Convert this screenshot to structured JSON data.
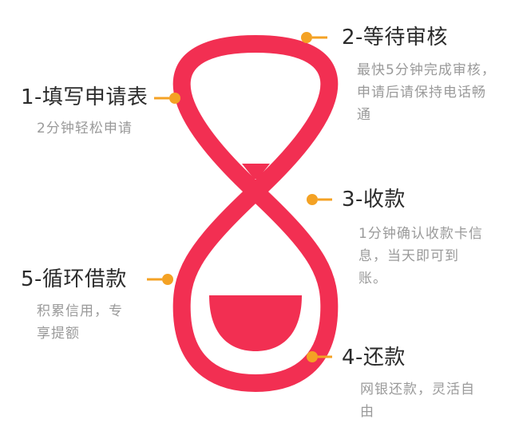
{
  "colors": {
    "figure": "#f22f52",
    "connector": "#f4a224",
    "title_text": "#2b2b2b",
    "desc_text": "#9a9a9a"
  },
  "steps": [
    {
      "title": "1-填写申请表",
      "desc": "2分钟轻松申请"
    },
    {
      "title": "2-等待审核",
      "desc": "最快5分钟完成审核，申请后请保持电话畅通"
    },
    {
      "title": "3-收款",
      "desc": "1分钟确认收款卡信息，当天即可到账。"
    },
    {
      "title": "4-还款",
      "desc": "网银还款，灵活自由"
    },
    {
      "title": "5-循环借款",
      "desc": "积累信用，专享提额"
    }
  ]
}
